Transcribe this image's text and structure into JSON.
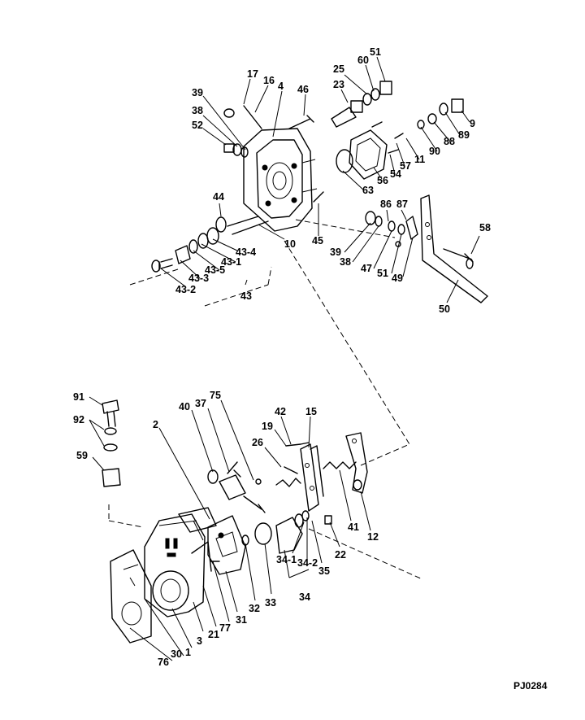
{
  "drawing_code": "PJ0284",
  "callouts": {
    "c17": "17",
    "c16": "16",
    "c39a": "39",
    "c4": "4",
    "c46": "46",
    "c23": "23",
    "c25": "25",
    "c60": "60",
    "c51a": "51",
    "c38a": "38",
    "c52": "52",
    "c9": "9",
    "c89": "89",
    "c88": "88",
    "c90": "90",
    "c11": "11",
    "c57": "57",
    "c54": "54",
    "c56": "56",
    "c63": "63",
    "c44": "44",
    "c10": "10",
    "c45": "45",
    "c86": "86",
    "c87": "87",
    "c39b": "39",
    "c38b": "38",
    "c47": "47",
    "c51b": "51",
    "c49": "49",
    "c58": "58",
    "c50": "50",
    "c43_4": "43-4",
    "c43_1": "43-1",
    "c43_5": "43-5",
    "c43_3": "43-3",
    "c43_2": "43-2",
    "c43": "43",
    "c91": "91",
    "c92": "92",
    "c59": "59",
    "c2": "2",
    "c40": "40",
    "c37": "37",
    "c75": "75",
    "c42": "42",
    "c15": "15",
    "c19": "19",
    "c26": "26",
    "c41": "41",
    "c12": "12",
    "c22": "22",
    "c34_1": "34-1",
    "c34_2": "34-2",
    "c35": "35",
    "c34": "34",
    "c33": "33",
    "c32": "32",
    "c31": "31",
    "c77": "77",
    "c21": "21",
    "c3": "3",
    "c1": "1",
    "c30": "30",
    "c76": "76"
  }
}
